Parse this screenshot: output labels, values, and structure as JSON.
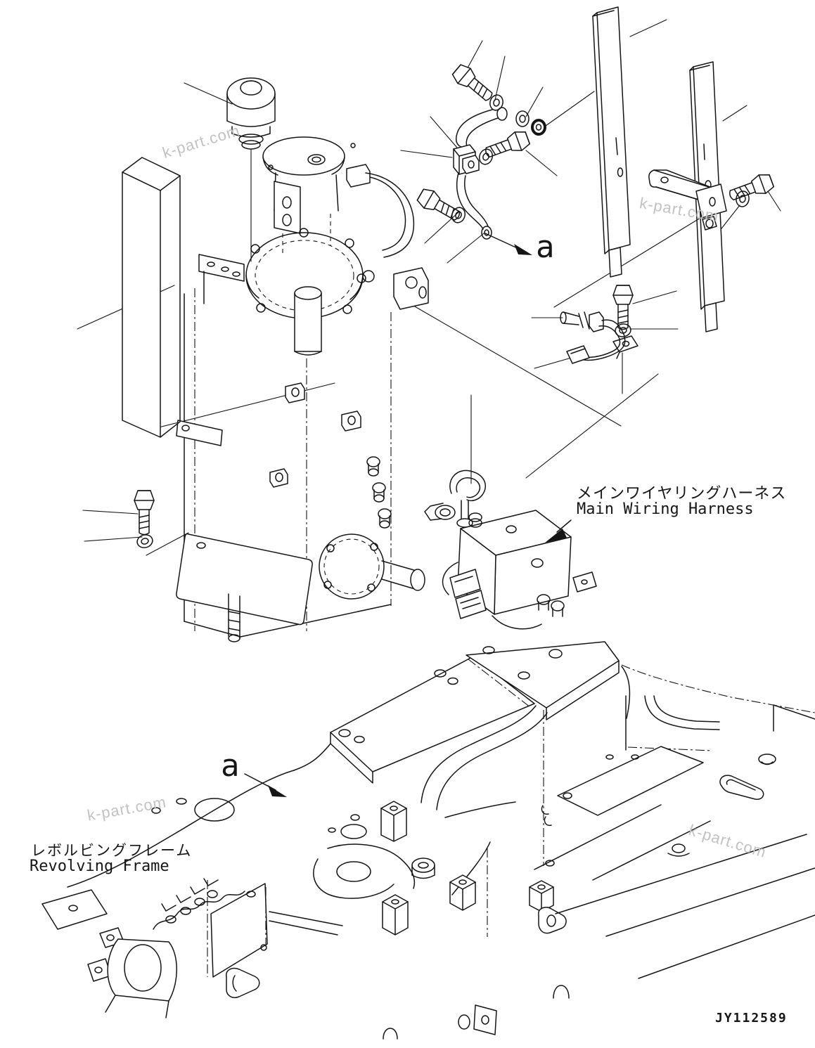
{
  "diagram": {
    "part_number": "JY112589",
    "watermark": "k-part.com",
    "labels": {
      "main_wiring_harness": {
        "jp": "メインワイヤリングハーネス",
        "en": "Main Wiring Harness"
      },
      "revolving_frame": {
        "jp": "レボルビングフレーム",
        "en": "Revolving Frame"
      },
      "section_marker": "a"
    },
    "colors": {
      "background": "#ffffff",
      "line": "#151515",
      "watermark": "#c2c2c2"
    }
  }
}
